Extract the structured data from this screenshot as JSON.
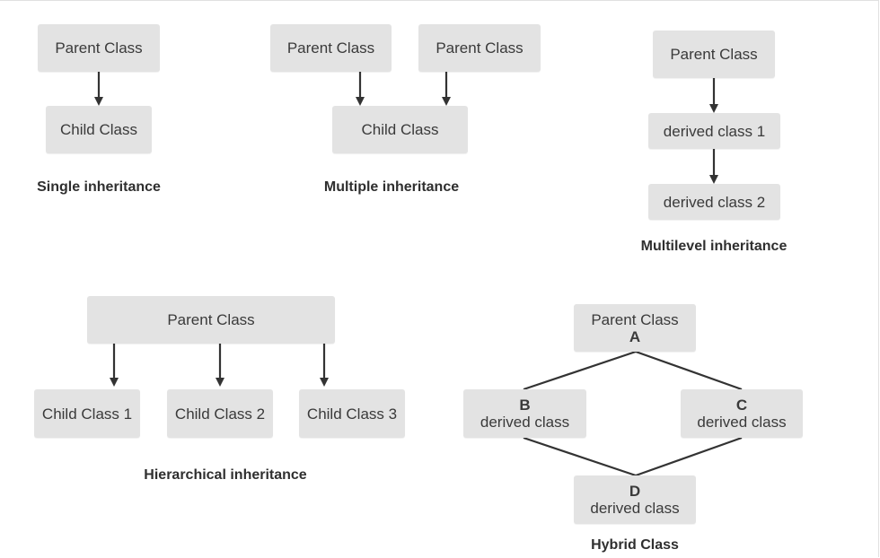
{
  "single": {
    "parent": "Parent Class",
    "child": "Child Class",
    "caption": "Single inheritance"
  },
  "multiple": {
    "parent1": "Parent Class",
    "parent2": "Parent Class",
    "child": "Child Class",
    "caption": "Multiple inheritance"
  },
  "multilevel": {
    "parent": "Parent Class",
    "derived1": "derived class 1",
    "derived2": "derived class 2",
    "caption": "Multilevel inheritance"
  },
  "hierarchical": {
    "parent": "Parent Class",
    "child1": "Child Class 1",
    "child2": "Child Class 2",
    "child3": "Child Class 3",
    "caption": "Hierarchical inheritance"
  },
  "hybrid": {
    "a_label": "Parent Class",
    "a_letter": "A",
    "b_letter": "B",
    "b_label": "derived class",
    "c_letter": "C",
    "c_label": "derived class",
    "d_letter": "D",
    "d_label": "derived class",
    "caption": "Hybrid Class"
  },
  "colors": {
    "box": "#e3e3e3",
    "line": "#333333",
    "text": "#3a3a3a"
  }
}
